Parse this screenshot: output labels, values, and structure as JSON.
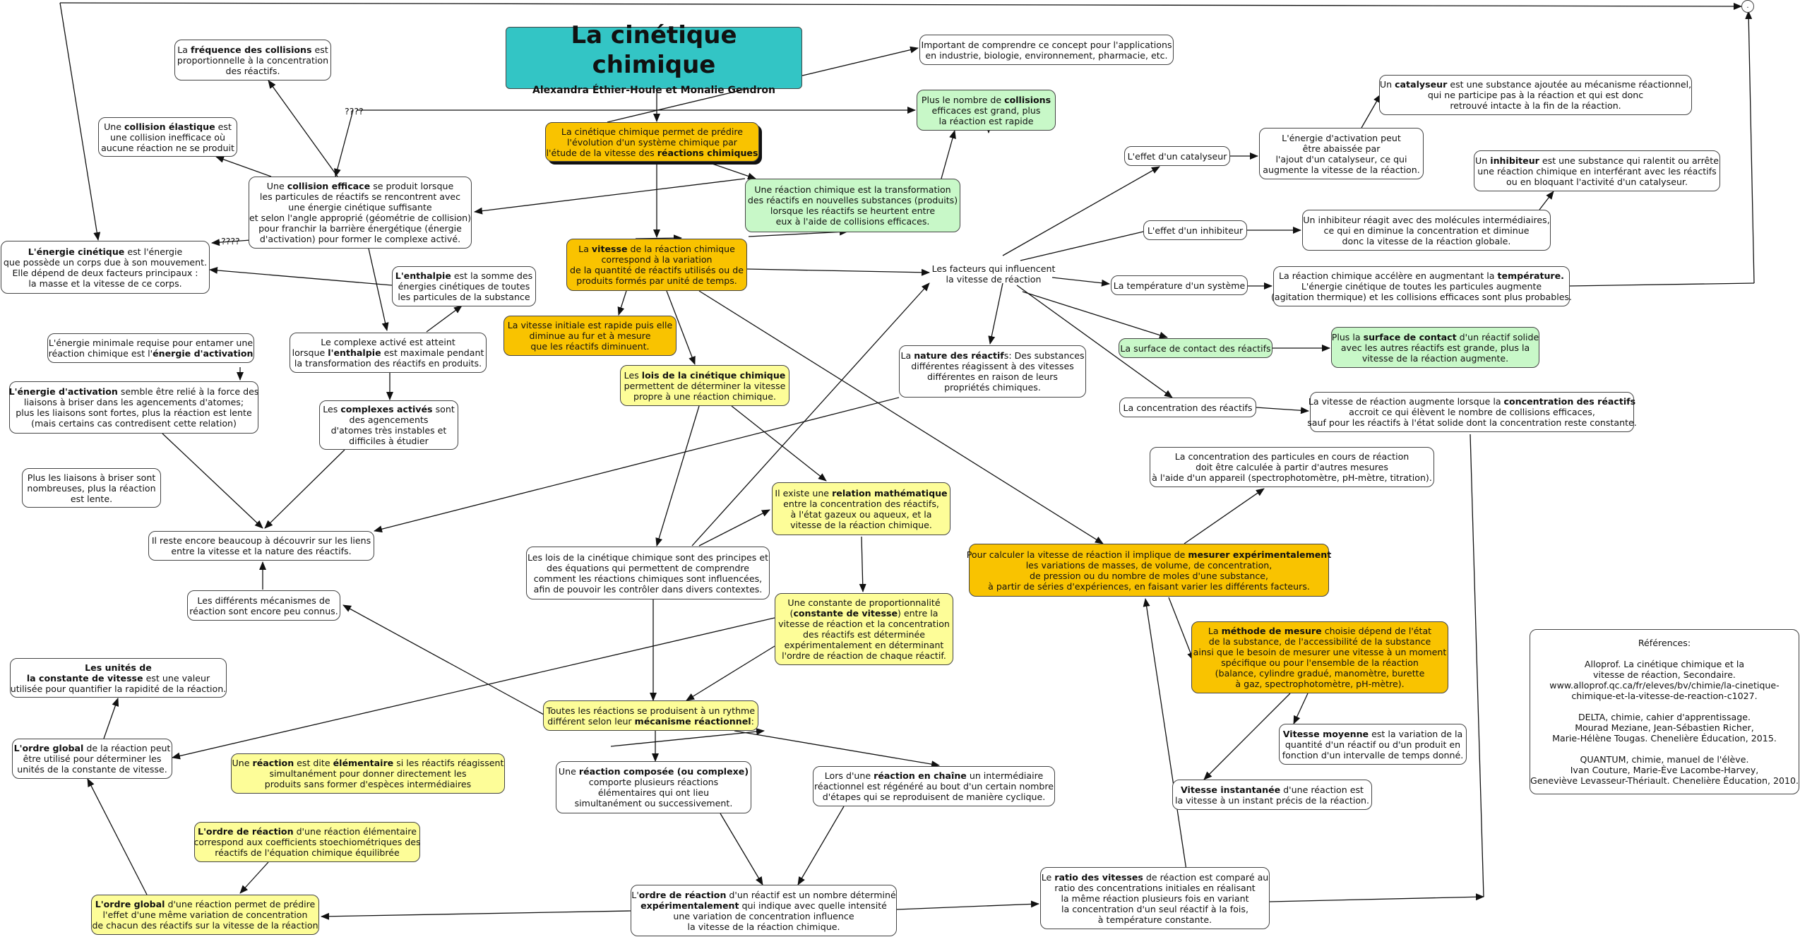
{
  "title": {
    "heading": "La cinétique chimique",
    "authors": "Alexandra Éthier-Houle et Monalie Gendron"
  },
  "labels": {
    "q1": "????",
    "q2": "????",
    "corner_dot": "."
  },
  "nodes": [
    {
      "id": "n_freq",
      "lines": [
        [
          "La ",
          "b:fréquence des collisions",
          " est"
        ],
        [
          "proportionnelle à la concentration"
        ],
        [
          "des réactifs."
        ]
      ]
    },
    {
      "id": "n_elast",
      "lines": [
        [
          "Une ",
          "b:collision élastique",
          " est"
        ],
        [
          "une collision inefficace où"
        ],
        [
          "aucune réaction ne se produit"
        ]
      ]
    },
    {
      "id": "n_eff",
      "lines": [
        [
          "Une ",
          "b:collision efficace",
          " se produit lorsque"
        ],
        [
          "les particules de réactifs se rencontrent avec"
        ],
        [
          "une énergie cinétique suffisante"
        ],
        [
          "et selon l'angle approprié (géométrie de collision)"
        ],
        [
          "pour franchir la barrière énergétique (énergie"
        ],
        [
          "d'activation) pour former le complexe activé."
        ]
      ]
    },
    {
      "id": "n_ecin",
      "lines": [
        [
          "b:L'énergie cinétique",
          " est l'énergie"
        ],
        [
          "que possède un corps due à son mouvement."
        ],
        [
          "Elle dépend de deux facteurs principaux :"
        ],
        [
          "la masse et la vitesse de ce corps."
        ]
      ]
    },
    {
      "id": "n_enth",
      "lines": [
        [
          "b:L'enthalpie",
          " est la somme des"
        ],
        [
          "énergies cinétiques de toutes"
        ],
        [
          "les particules de la substance"
        ]
      ]
    },
    {
      "id": "n_emin",
      "lines": [
        [
          "L'énergie minimale requise pour entamer une"
        ],
        [
          "réaction chimique est l'",
          "b:énergie d'activation"
        ]
      ]
    },
    {
      "id": "n_complexe",
      "lines": [
        [
          "Le complexe activé est atteint"
        ],
        [
          "lorsque ",
          "b:l'enthalpie",
          " est maximale pendant"
        ],
        [
          "la transformation des réactifs en produits."
        ]
      ]
    },
    {
      "id": "n_eact",
      "lines": [
        [
          "b:L'énergie d'activation",
          " semble être relié à la force des"
        ],
        [
          "liaisons à briser dans les agencements d'atomes;"
        ],
        [
          "plus les liaisons sont fortes, plus la réaction est lente"
        ],
        [
          "(mais certains cas contredisent cette relation)"
        ]
      ]
    },
    {
      "id": "n_complexes",
      "lines": [
        [
          "Les ",
          "b:complexes activés",
          " sont"
        ],
        [
          "des agencements"
        ],
        [
          "d'atomes très instables et"
        ],
        [
          "difficiles à étudier"
        ]
      ]
    },
    {
      "id": "n_liaisons",
      "lines": [
        [
          "Plus les liaisons à briser sont"
        ],
        [
          "nombreuses, plus la réaction"
        ],
        [
          "est lente."
        ]
      ]
    },
    {
      "id": "n_reste",
      "lines": [
        [
          "Il reste encore beaucoup à découvrir sur les liens"
        ],
        [
          "entre la vitesse et la nature des réactifs."
        ]
      ]
    },
    {
      "id": "n_mecan",
      "lines": [
        [
          "Les différents mécanismes de"
        ],
        [
          "réaction sont encore peu connus."
        ]
      ]
    },
    {
      "id": "n_unites",
      "lines": [
        [
          "b:Les unités de"
        ],
        [
          "b:la constante de vitesse",
          " est une valeur"
        ],
        [
          "utilisée pour quantifier la rapidité de la réaction."
        ]
      ]
    },
    {
      "id": "n_oglob1",
      "lines": [
        [
          "b:L'ordre global",
          " de la réaction peut"
        ],
        [
          "être utilisé pour déterminer les"
        ],
        [
          "unités de la constante de vitesse."
        ]
      ]
    },
    {
      "id": "n_elem",
      "lines": [
        [
          "Une ",
          "b:réaction",
          " est dite ",
          "b:élémentaire",
          " si les réactifs réagissent"
        ],
        [
          "simultanément pour donner directement les"
        ],
        [
          "produits sans former d'espèces intermédiaires"
        ]
      ]
    },
    {
      "id": "n_oreac",
      "lines": [
        [
          "b:L'ordre de réaction",
          " d'une réaction élémentaire"
        ],
        [
          "correspond aux coefficients stoechiométriques des"
        ],
        [
          "réactifs de l'équation chimique équilibrée"
        ]
      ]
    },
    {
      "id": "n_oglob2",
      "lines": [
        [
          "b:L'ordre global",
          " d'une réaction permet de prédire"
        ],
        [
          "l'effet d'une même variation de concentration"
        ],
        [
          "de chacun des réactifs sur la vitesse de la réaction"
        ]
      ]
    },
    {
      "id": "n_def",
      "lines": [
        [
          "La cinétique chimique permet de prédire"
        ],
        [
          "l'évolution d'un système chimique par"
        ],
        [
          "l'étude de la vitesse des ",
          "b:réactions chimiques"
        ]
      ]
    },
    {
      "id": "n_important",
      "lines": [
        [
          "Important de comprendre ce concept pour l'applications"
        ],
        [
          "en industrie, biologie, environnement, pharmacie, etc."
        ]
      ]
    },
    {
      "id": "n_plusnb",
      "lines": [
        [
          "Plus le nombre de ",
          "b:collisions"
        ],
        [
          "efficaces est grand, plus"
        ],
        [
          "la réaction est rapide"
        ]
      ]
    },
    {
      "id": "n_transfo",
      "lines": [
        [
          "Une réaction chimique est la transformation"
        ],
        [
          "des réactifs en nouvelles substances (produits)"
        ],
        [
          "lorsque les réactifs se heurtent entre"
        ],
        [
          "eux à l'aide de collisions efficaces."
        ]
      ]
    },
    {
      "id": "n_vitesse",
      "lines": [
        [
          "La ",
          "b:vitesse",
          " de la réaction chimique"
        ],
        [
          "correspond à la variation"
        ],
        [
          "de la quantité de réactifs utilisés ou de"
        ],
        [
          "produits formés par unité de temps."
        ]
      ]
    },
    {
      "id": "n_vinit",
      "lines": [
        [
          "La vitesse initiale est rapide puis elle"
        ],
        [
          "diminue au fur et à mesure"
        ],
        [
          "que les réactifs diminuent."
        ]
      ]
    },
    {
      "id": "n_lois",
      "lines": [
        [
          "Les ",
          "b:lois de la cinétique chimique"
        ],
        [
          "permettent de déterminer la vitesse"
        ],
        [
          "propre à une réaction chimique."
        ]
      ]
    },
    {
      "id": "n_relmath",
      "lines": [
        [
          "Il existe une ",
          "b:relation mathématique"
        ],
        [
          "entre la concentration des réactifs,"
        ],
        [
          "à l'état gazeux ou aqueux, et la"
        ],
        [
          "vitesse de la réaction chimique."
        ]
      ]
    },
    {
      "id": "n_loisdef",
      "lines": [
        [
          "Les lois de la cinétique chimique sont des principes et"
        ],
        [
          "des équations qui permettent de comprendre"
        ],
        [
          "comment les réactions chimiques sont influencées,"
        ],
        [
          "afin de pouvoir les contrôler dans divers contextes."
        ]
      ]
    },
    {
      "id": "n_const",
      "lines": [
        [
          "Une constante de proportionnalité"
        ],
        [
          "(",
          "b:constante de vitesse",
          ") entre la"
        ],
        [
          "vitesse de réaction et la concentration"
        ],
        [
          "des réactifs est déterminée"
        ],
        [
          "expérimentalement en déterminant"
        ],
        [
          "l'ordre de réaction de chaque réactif."
        ]
      ]
    },
    {
      "id": "n_toutes",
      "lines": [
        [
          "Toutes les réactions se produisent à un rythme"
        ],
        [
          "différent selon leur ",
          "b:mécanisme réactionnel",
          ":"
        ]
      ]
    },
    {
      "id": "n_compos",
      "lines": [
        [
          "Une ",
          "b:réaction composée (ou complexe)"
        ],
        [
          "comporte plusieurs réactions"
        ],
        [
          "élémentaires qui ont lieu"
        ],
        [
          "simultanément ou successivement."
        ]
      ]
    },
    {
      "id": "n_chaine",
      "lines": [
        [
          "Lors d'une ",
          "b:réaction en chaîne",
          " un intermédiaire"
        ],
        [
          "réactionnel est régénéré au bout d'un certain nombre"
        ],
        [
          "d'étapes qui se reproduisent de manière cyclique."
        ]
      ]
    },
    {
      "id": "n_ordreR",
      "lines": [
        [
          "L'",
          "b:ordre de réaction",
          " d'un réactif est un nombre déterminé"
        ],
        [
          "b:expérimentalement",
          " qui indique avec quelle intensité"
        ],
        [
          "une variation de concentration influence"
        ],
        [
          "la vitesse de la réaction chimique."
        ]
      ]
    },
    {
      "id": "n_ratio",
      "lines": [
        [
          "Le ",
          "b:ratio des vitesses",
          " de réaction est comparé au"
        ],
        [
          "ratio des concentrations initiales en réalisant"
        ],
        [
          "la même réaction plusieurs fois en variant"
        ],
        [
          "la concentration d'un seul réactif à la fois,"
        ],
        [
          "à température constante."
        ]
      ]
    },
    {
      "id": "n_facteurs",
      "lines": [
        [
          "Les facteurs qui influencent"
        ],
        [
          "la vitesse de réaction"
        ]
      ]
    },
    {
      "id": "n_nature",
      "lines": [
        [
          "La ",
          "b:nature des réactif",
          "s: Des substances"
        ],
        [
          "différentes réagissent à des vitesses"
        ],
        [
          "différentes en raison de leurs"
        ],
        [
          "propriétés chimiques."
        ]
      ]
    },
    {
      "id": "n_mesurer",
      "lines": [
        [
          "Pour calculer la vitesse de réaction il implique de ",
          "b:mesurer expérimentalement"
        ],
        [
          "les variations de masses, de volume, de concentration,"
        ],
        [
          "de pression ou du nombre de moles d'une substance,"
        ],
        [
          "à partir de séries d'expériences, en faisant varier les différents facteurs."
        ]
      ]
    },
    {
      "id": "n_concpart",
      "lines": [
        [
          "La concentration des particules en cours de réaction"
        ],
        [
          "doit être calculée à partir d'autres mesures"
        ],
        [
          "à l'aide d'un appareil (spectrophotomètre, pH-mètre, titration)."
        ]
      ]
    },
    {
      "id": "n_methode",
      "lines": [
        [
          "La ",
          "b:méthode de mesure",
          " choisie dépend de l'état"
        ],
        [
          "de la substance, de l'accessibilité de la substance"
        ],
        [
          "ainsi que le besoin de mesurer une vitesse à un moment"
        ],
        [
          "spécifique ou pour l'ensemble de la réaction"
        ],
        [
          "(balance, cylindre gradué, manomètre, burette"
        ],
        [
          "à gaz, spectrophotomètre, pH-mètre)."
        ]
      ]
    },
    {
      "id": "n_vmoy",
      "lines": [
        [
          "b:Vitesse moyenne",
          " est la variation de la"
        ],
        [
          "quantité d'un réactif ou d'un produit en"
        ],
        [
          "fonction d'un intervalle de temps donné."
        ]
      ]
    },
    {
      "id": "n_vinst",
      "lines": [
        [
          "b:Vitesse instantanée",
          " d'une réaction est"
        ],
        [
          "la vitesse à un instant précis de la réaction."
        ]
      ]
    },
    {
      "id": "n_catal",
      "lines": [
        [
          "L'effet d'un catalyseur"
        ]
      ]
    },
    {
      "id": "n_catalE",
      "lines": [
        [
          "L'énergie d'activation peut"
        ],
        [
          "être abaissée par"
        ],
        [
          "l'ajout d'un catalyseur, ce qui"
        ],
        [
          "augmente la vitesse de la réaction."
        ]
      ]
    },
    {
      "id": "n_catalD",
      "lines": [
        [
          "Un ",
          "b:catalyseur",
          " est une substance ajoutée au mécanisme réactionnel,"
        ],
        [
          "qui ne participe pas à la réaction et qui est donc"
        ],
        [
          "retrouvé intacte à la fin de la réaction."
        ]
      ]
    },
    {
      "id": "n_inhib",
      "lines": [
        [
          "L'effet d'un inhibiteur"
        ]
      ]
    },
    {
      "id": "n_inhibR",
      "lines": [
        [
          "Un inhibiteur réagit avec des molécules intermédiaires,"
        ],
        [
          "ce qui en diminue la concentration et diminue"
        ],
        [
          "donc la vitesse de la réaction globale."
        ]
      ]
    },
    {
      "id": "n_inhibD",
      "lines": [
        [
          "Un ",
          "b:inhibiteur",
          " est une substance qui ralentit ou arrête"
        ],
        [
          "une réaction chimique en interférant avec les réactifs"
        ],
        [
          "ou en bloquant l'activité d'un catalyseur."
        ]
      ]
    },
    {
      "id": "n_temp",
      "lines": [
        [
          "La température d'un système"
        ]
      ]
    },
    {
      "id": "n_tempD",
      "lines": [
        [
          "La réaction chimique accélère en augmentant la ",
          "b:température."
        ],
        [
          "L'énergie cinétique de toutes les particules augmente"
        ],
        [
          "(agitation thermique) et les collisions efficaces sont plus probables."
        ]
      ]
    },
    {
      "id": "n_surf",
      "lines": [
        [
          "La surface de contact des réactifs"
        ]
      ]
    },
    {
      "id": "n_surfD",
      "lines": [
        [
          "Plus la ",
          "b:surface de contact",
          " d'un réactif solide"
        ],
        [
          "avec les autres réactifs est grande, plus la"
        ],
        [
          "vitesse de la réaction augmente."
        ]
      ]
    },
    {
      "id": "n_conc",
      "lines": [
        [
          "La concentration des réactifs"
        ]
      ]
    },
    {
      "id": "n_concD",
      "lines": [
        [
          "La vitesse de réaction augmente lorsque la ",
          "b:concentration des réactifs"
        ],
        [
          "accroit ce qui élèvent le nombre de collisions efficaces,"
        ],
        [
          "sauf pour les réactifs à l'état solide dont la concentration reste constante."
        ]
      ]
    },
    {
      "id": "n_refs",
      "lines": [
        [
          "Références:"
        ],
        [
          ""
        ],
        [
          "Alloprof. La cinétique chimique et la"
        ],
        [
          "vitesse de réaction, Secondaire."
        ],
        [
          "www.alloprof.qc.ca/fr/eleves/bv/chimie/la-cinetique-"
        ],
        [
          "chimique-et-la-vitesse-de-reaction-c1027."
        ],
        [
          ""
        ],
        [
          "DELTA, chimie, cahier d'apprentissage."
        ],
        [
          "Mourad Meziane, Jean-Sébastien Richer,"
        ],
        [
          "Marie-Hélène Tougas. Chenelière Éducation, 2015."
        ],
        [
          ""
        ],
        [
          "QUANTUM, chimie, manuel de l'élève."
        ],
        [
          "Ivan Couture, Marie-Ève Lacombe-Harvey,"
        ],
        [
          "Geneviève Levasseur-Thériault. Chenelière Éducation, 2010."
        ]
      ]
    }
  ]
}
